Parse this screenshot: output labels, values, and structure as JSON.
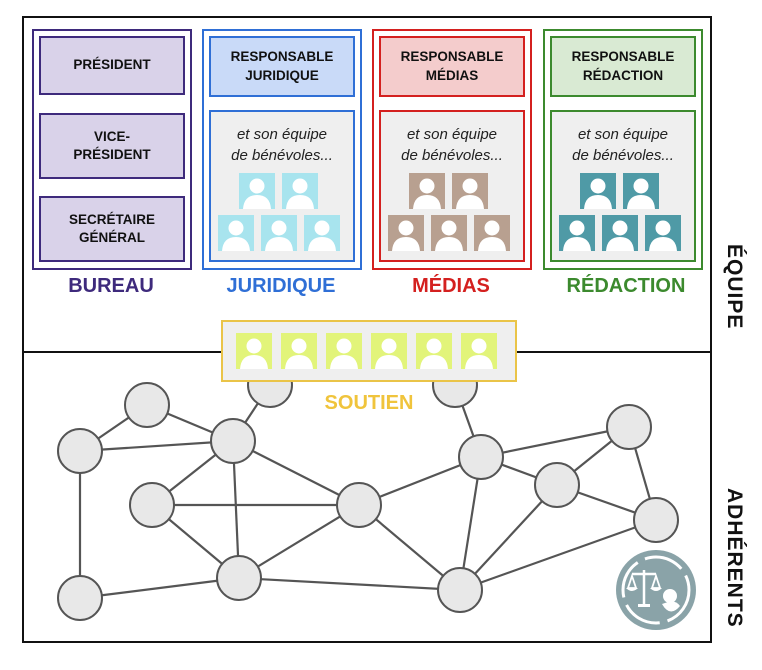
{
  "side_labels": {
    "top": "ÉQUIPE",
    "bottom": "ADHÉRENTS"
  },
  "groups": [
    {
      "id": "bureau",
      "label": "BUREAU",
      "color": "#3e2a7c",
      "fill": "#d9d2e9",
      "roles": [
        "PRÉSIDENT",
        "VICE-\nPRÉSIDENT",
        "SECRÉTAIRE\nGÉNÉRAL"
      ]
    },
    {
      "id": "juridique",
      "label": "JURIDIQUE",
      "color": "#2f6fd6",
      "fill": "#c9daf8",
      "head": "RESPONSABLE\nJURIDIQUE",
      "team": "et son équipe\nde bénévoles...",
      "person_color": "#a8e4ee"
    },
    {
      "id": "medias",
      "label": "MÉDIAS",
      "color": "#d4201f",
      "fill": "#f4cccc",
      "head": "RESPONSABLE\nMÉDIAS",
      "team": "et son équipe\nde bénévoles...",
      "person_color": "#b8a090"
    },
    {
      "id": "redaction",
      "label": "RÉDACTION",
      "color": "#3c8a2e",
      "fill": "#d9ead3",
      "head": "RESPONSABLE\nRÉDACTION",
      "team": "et son équipe\nde bénévoles...",
      "person_color": "#4f9aa6"
    }
  ],
  "soutien": {
    "label": "SOUTIEN",
    "color": "#f0c43c",
    "person_color": "#e2f47a",
    "count": 6
  },
  "network": {
    "node_fill": "#e8e8e8",
    "node_stroke": "#555555",
    "node_count": 14
  },
  "logo": {
    "color": "#8aa3a8"
  }
}
